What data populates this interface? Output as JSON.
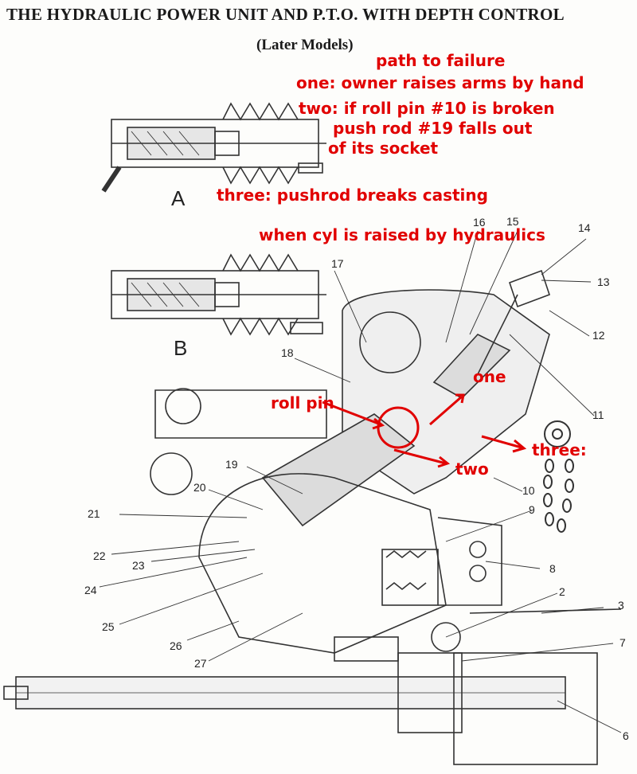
{
  "title": "THE HYDRAULIC POWER UNIT AND P.T.O. WITH DEPTH CONTROL",
  "subtitle": "(Later Models)",
  "annotations": {
    "heading": "path to failure",
    "step_one": "one: owner raises arms by hand",
    "step_two_a": "two: if roll pin #10 is broken",
    "step_two_b": "push rod #19 falls out",
    "step_two_c": "of its socket",
    "step_three": "three: pushrod breaks casting",
    "step_raised": "when cyl is raised by hydraulics",
    "roll_pin": "roll pin",
    "arrow_one": "one",
    "arrow_two": "two",
    "arrow_three": "three:"
  },
  "panels": {
    "a": "A",
    "b": "B"
  },
  "part_numbers": [
    "2",
    "3",
    "6",
    "7",
    "8",
    "9",
    "10",
    "11",
    "12",
    "13",
    "14",
    "15",
    "16",
    "17",
    "18",
    "19",
    "20",
    "21",
    "22",
    "23",
    "24",
    "25",
    "26",
    "27"
  ],
  "colors": {
    "ink": "#222222",
    "annotation": "#e10000",
    "paper": "#fdfdfb"
  }
}
